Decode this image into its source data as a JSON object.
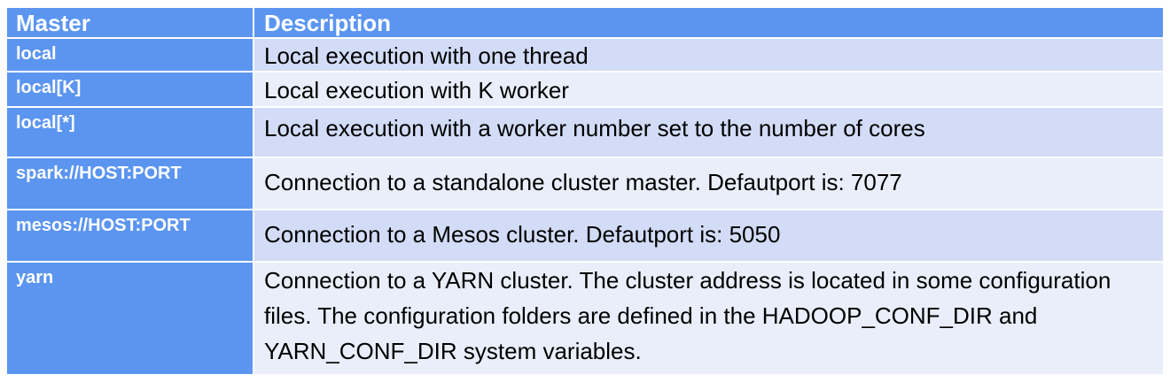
{
  "table": {
    "headers": [
      "Master",
      "Description"
    ],
    "rows": [
      {
        "master": "local",
        "description": "Local execution with one thread"
      },
      {
        "master": "local[K]",
        "description": "Local execution with  K worker"
      },
      {
        "master": "local[*]",
        "description": "Local execution with a  worker number set to the number of cores"
      },
      {
        "master": "spark://HOST:PORT",
        "description": "Connection to a  standalone cluster master. Defautport is:  7077"
      },
      {
        "master": "mesos://HOST:PORT",
        "description": "Connection to a  Mesos cluster. Defautport is:  5050"
      },
      {
        "master": "yarn",
        "description": "Connection to a  YARN cluster. The cluster address is located in some configuration files. The configuration folders are defined in the HADOOP_CONF_DIR  and  YARN_CONF_DIR system variables."
      }
    ]
  },
  "colors": {
    "header_bg": "#5b95f0",
    "row_odd_bg": "#d2dcf6",
    "row_even_bg": "#e9eefa",
    "header_text": "#ffffff"
  }
}
